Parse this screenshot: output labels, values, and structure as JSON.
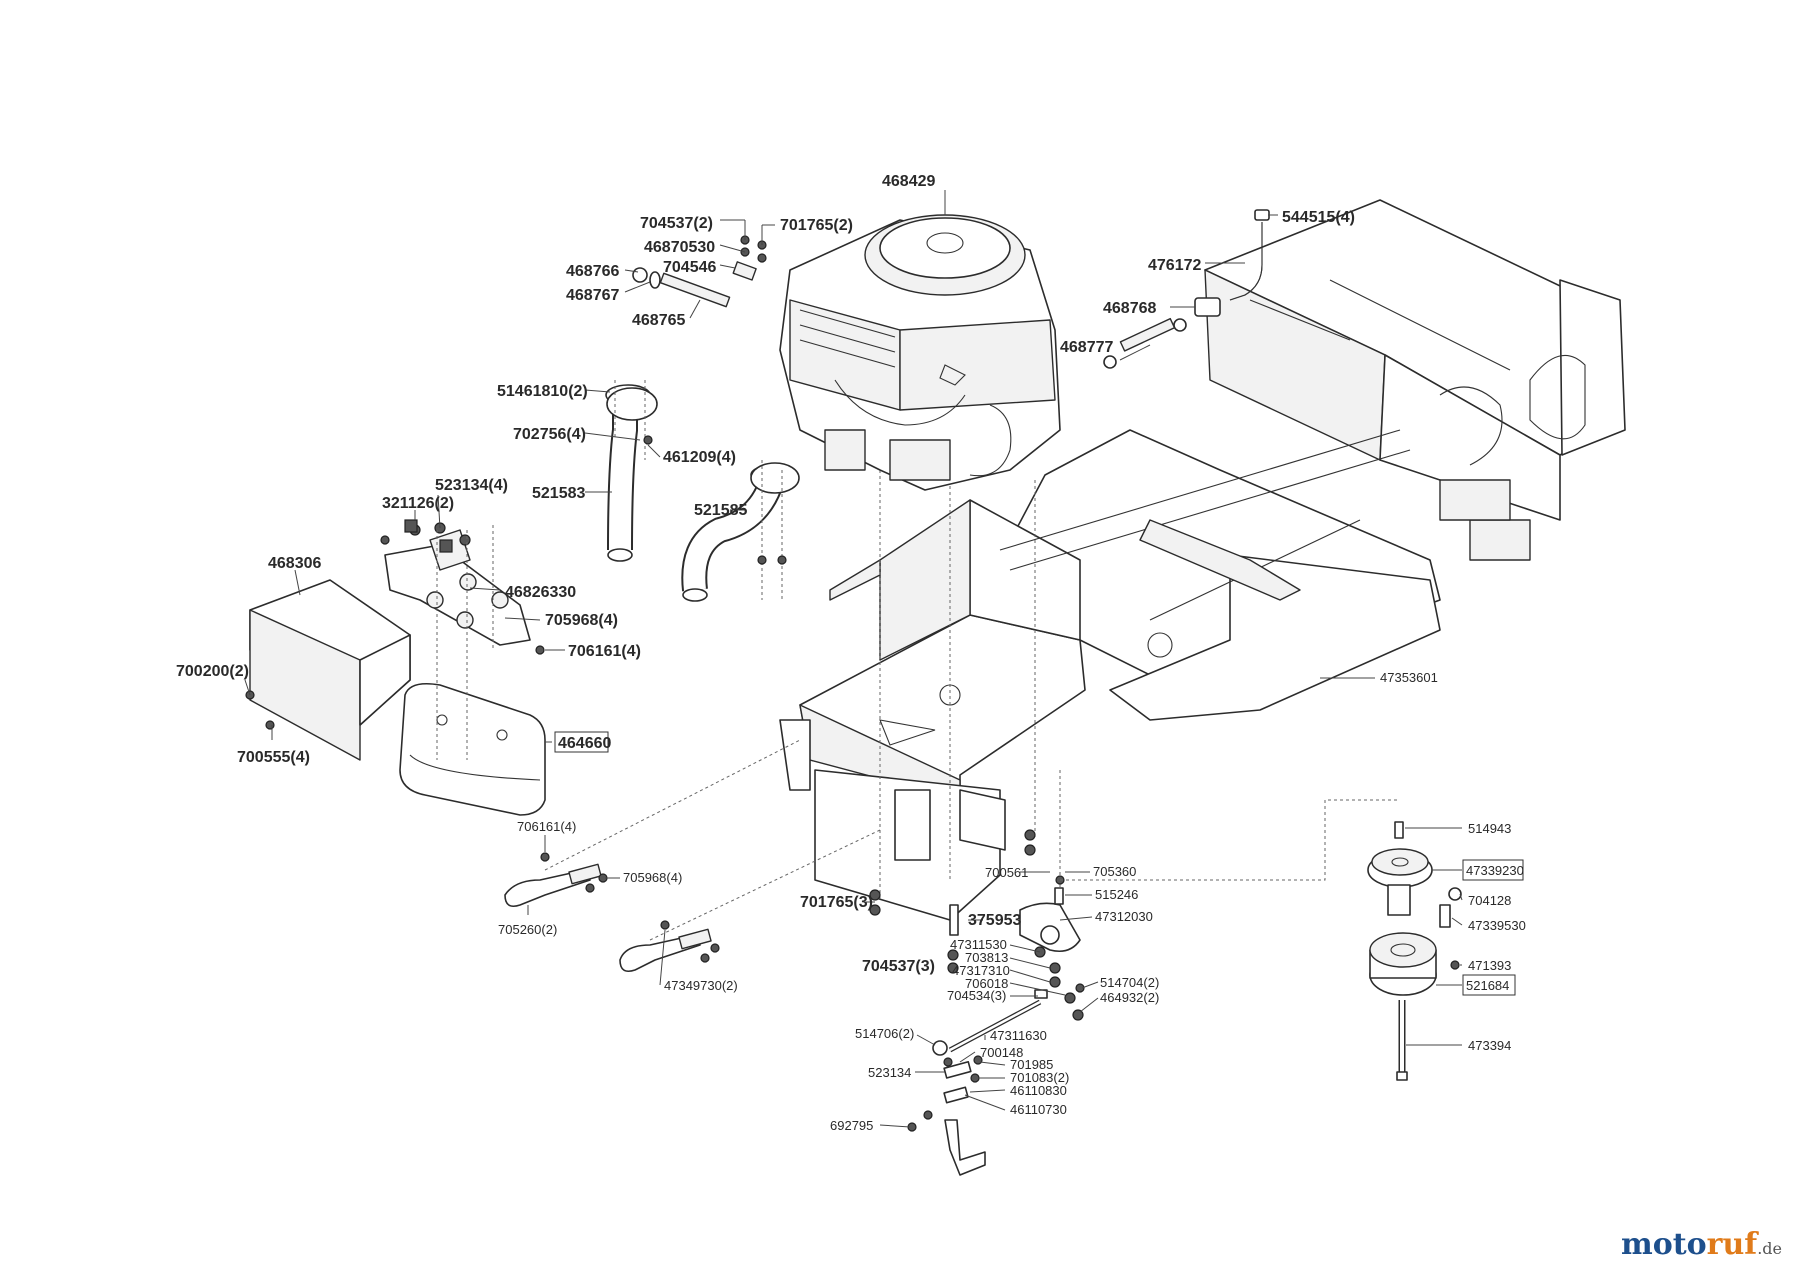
{
  "labels": {
    "l468429": "468429",
    "l704537_2": "704537(2)",
    "l701765_2": "701765(2)",
    "l46870530": "46870530",
    "l704546": "704546",
    "l468766": "468766",
    "l468767": "468767",
    "l468765": "468765",
    "l544515_4": "544515(4)",
    "l476172": "476172",
    "l468768": "468768",
    "l468777": "468777",
    "l51461810_2": "51461810(2)",
    "l702756_4": "702756(4)",
    "l461209_4": "461209(4)",
    "l521583": "521583",
    "l521585": "521585",
    "l523134_4": "523134(4)",
    "l321126_2": "321126(2)",
    "l468306": "468306",
    "l46826330": "46826330",
    "l705968_4a": "705968(4)",
    "l706161_4a": "706161(4)",
    "l700200_2": "700200(2)",
    "l464660": "464660",
    "l700555_4": "700555(4)",
    "l47353601": "47353601",
    "l706161_4b": "706161(4)",
    "l705968_4b": "705968(4)",
    "l705260_2": "705260(2)",
    "l47349730_2": "47349730(2)",
    "l701765_3": "701765(3)",
    "l704537_3": "704537(3)",
    "l700561": "700561",
    "l705360": "705360",
    "l515246": "515246",
    "l375953": "375953",
    "l47312030": "47312030",
    "l47311530": "47311530",
    "l703813": "703813",
    "l47317310": "47317310",
    "l706018": "706018",
    "l514704_2": "514704(2)",
    "l704534_3": "704534(3)",
    "l464932_2": "464932(2)",
    "l514706_2": "514706(2)",
    "l47311630": "47311630",
    "l700148": "700148",
    "l523134": "523134",
    "l701985": "701985",
    "l701083_2": "701083(2)",
    "l46110830": "46110830",
    "l46110730": "46110730",
    "l692795": "692795",
    "l514943": "514943",
    "l47339230": "47339230",
    "l704128": "704128",
    "l47339530": "47339530",
    "l471393": "471393",
    "l521684": "521684",
    "l473394": "473394"
  },
  "watermark": {
    "part1": "moto",
    "part2": "ruf",
    "part3": ".de"
  }
}
